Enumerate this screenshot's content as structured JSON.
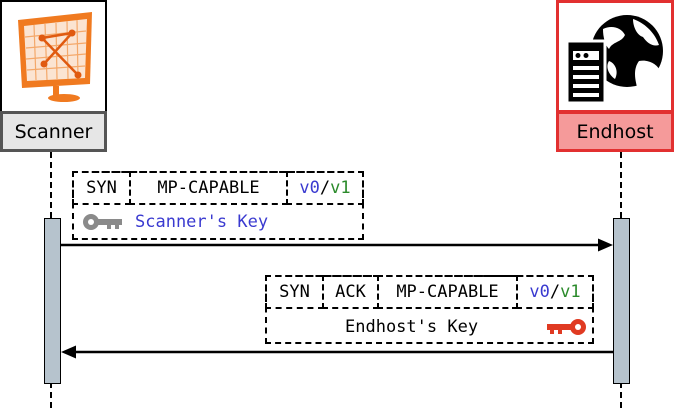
{
  "actors": {
    "left": {
      "label": "Scanner",
      "icon": "monitor-chart-icon",
      "border_color": "#555555",
      "label_bg": "#e6e6e6",
      "accent": "#f07a20"
    },
    "right": {
      "label": "Endhost",
      "icon": "server-globe-icon",
      "border_color": "#e23030",
      "label_bg": "#f59a9a"
    }
  },
  "message_1": {
    "fields": [
      "SYN",
      "MP-CAPABLE"
    ],
    "version_a": "v0",
    "slash": "/",
    "version_b": "v1",
    "key_label": "Scanner's Key",
    "key_icon": "gray-key-icon",
    "key_color": "#8a8a8a",
    "direction": "left-to-right"
  },
  "message_2": {
    "fields": [
      "SYN",
      "ACK",
      "MP-CAPABLE"
    ],
    "version_a": "v0",
    "slash": "/",
    "version_b": "v1",
    "key_label": "Endhost's Key",
    "key_icon": "red-key-icon",
    "key_color": "#e03a22",
    "direction": "right-to-left"
  },
  "colors": {
    "version_a": "#3a3ad0",
    "version_b": "#2a8a2a",
    "activation": "#b6c3cd"
  }
}
